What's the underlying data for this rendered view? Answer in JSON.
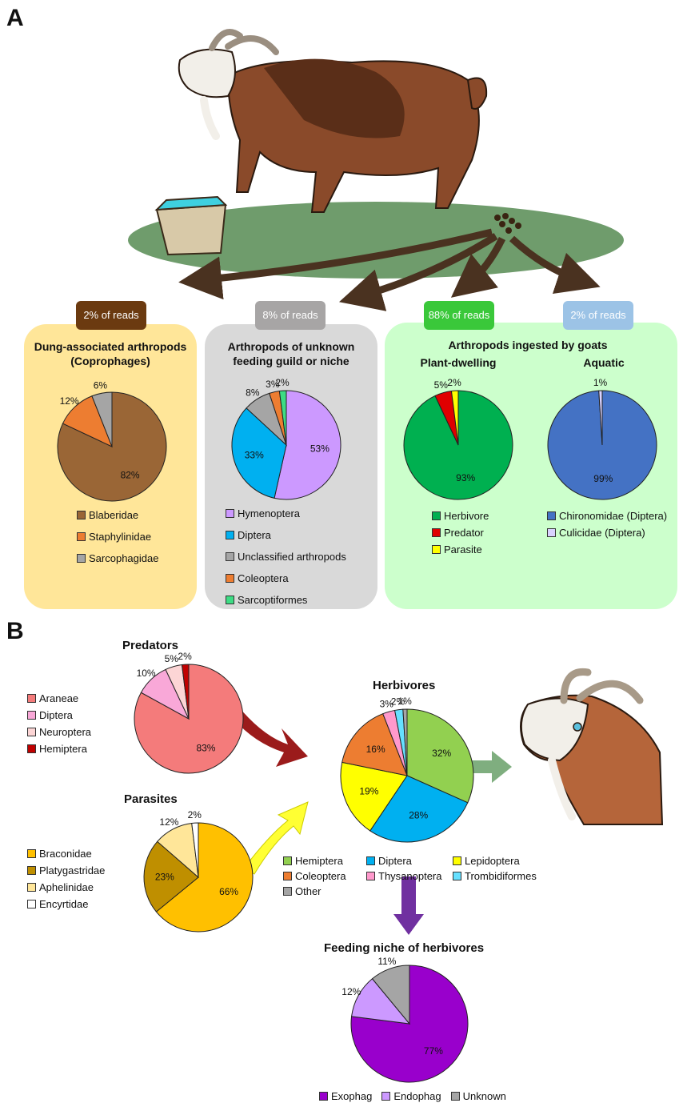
{
  "panel_a": {
    "letter": "A",
    "badges": [
      {
        "text": "2% of reads",
        "color": "#6b3a10"
      },
      {
        "text": "8% of reads",
        "color": "#a7a5a5"
      },
      {
        "text": "88% of reads",
        "color": "#3ac83a"
      },
      {
        "text": "2% of reads",
        "color": "#9cc3e6"
      }
    ],
    "dung_title": "Dung-associated arthropods (Coprophages)",
    "unknown_title": "Arthropods of unknown feeding guild or niche",
    "ingested_title": "Arthropods ingested by goats",
    "plant_subtitle": "Plant-dwelling",
    "aquatic_subtitle": "Aquatic"
  },
  "panel_b": {
    "letter": "B",
    "predators_title": "Predators",
    "parasites_title": "Parasites",
    "herbivores_title": "Herbivores",
    "niche_title": "Feeding niche of herbivores"
  },
  "chart_data": [
    {
      "id": "dung",
      "type": "pie",
      "series": [
        {
          "name": "Blaberidae",
          "value": 82,
          "color": "#9a6636",
          "label": "82%"
        },
        {
          "name": "Staphylinidae",
          "value": 12,
          "color": "#ed7d31",
          "label": "12%"
        },
        {
          "name": "Sarcophagidae",
          "value": 6,
          "color": "#a5a5a5",
          "label": "6%"
        }
      ]
    },
    {
      "id": "unknown",
      "type": "pie",
      "series": [
        {
          "name": "Hymenoptera",
          "value": 53,
          "color": "#cc99ff",
          "label": "53%"
        },
        {
          "name": "Diptera",
          "value": 33,
          "color": "#00b0f0",
          "label": "33%"
        },
        {
          "name": "Unclassified arthropods",
          "value": 8,
          "color": "#a5a5a5",
          "label": "8%"
        },
        {
          "name": "Coleoptera",
          "value": 3,
          "color": "#ed7d31",
          "label": "3%"
        },
        {
          "name": "Sarcoptiformes",
          "value": 2,
          "color": "#3ddc84",
          "label": "2%"
        }
      ]
    },
    {
      "id": "plant",
      "type": "pie",
      "series": [
        {
          "name": "Herbivore",
          "value": 93,
          "color": "#00b050",
          "label": "93%"
        },
        {
          "name": "Predator",
          "value": 5,
          "color": "#e00000",
          "label": "5%"
        },
        {
          "name": "Parasite",
          "value": 2,
          "color": "#ffff00",
          "label": "2%"
        }
      ]
    },
    {
      "id": "aquatic",
      "type": "pie",
      "series": [
        {
          "name": "Chironomidae (Diptera)",
          "value": 99,
          "color": "#4472c4",
          "label": "99%"
        },
        {
          "name": "Culicidae (Diptera)",
          "value": 1,
          "color": "#d9d2ff",
          "label": "1%"
        }
      ]
    },
    {
      "id": "predators",
      "type": "pie",
      "series": [
        {
          "name": "Araneae",
          "value": 83,
          "color": "#f47b7b",
          "label": "83%"
        },
        {
          "name": "Diptera",
          "value": 10,
          "color": "#f9a8d8",
          "label": "10%"
        },
        {
          "name": "Neuroptera",
          "value": 5,
          "color": "#fcd5d5",
          "label": "5%"
        },
        {
          "name": "Hemiptera",
          "value": 2,
          "color": "#c00000",
          "label": "2%"
        }
      ]
    },
    {
      "id": "parasites",
      "type": "pie",
      "series": [
        {
          "name": "Braconidae",
          "value": 66,
          "color": "#ffc000",
          "label": "66%"
        },
        {
          "name": "Platygastridae",
          "value": 23,
          "color": "#bf8f00",
          "label": "23%"
        },
        {
          "name": "Aphelinidae",
          "value": 12,
          "color": "#ffe699",
          "label": "12%"
        },
        {
          "name": "Encyrtidae",
          "value": 2,
          "color": "#ffffff",
          "label": "2%"
        }
      ]
    },
    {
      "id": "herbivores",
      "type": "pie",
      "series": [
        {
          "name": "Hemiptera",
          "value": 32,
          "color": "#92d050",
          "label": "32%"
        },
        {
          "name": "Diptera",
          "value": 28,
          "color": "#00b0f0",
          "label": "28%"
        },
        {
          "name": "Lepidoptera",
          "value": 19,
          "color": "#ffff00",
          "label": "19%"
        },
        {
          "name": "Coleoptera",
          "value": 16,
          "color": "#ed7d31",
          "label": "16%"
        },
        {
          "name": "Thysanoptera",
          "value": 3,
          "color": "#ff99cc",
          "label": "3%"
        },
        {
          "name": "Trombidiformes",
          "value": 2,
          "color": "#66e0ff",
          "label": "2%"
        },
        {
          "name": "Other",
          "value": 1,
          "color": "#a5a5a5",
          "label": "1%"
        }
      ]
    },
    {
      "id": "niche",
      "type": "pie",
      "series": [
        {
          "name": "Exophag",
          "value": 77,
          "color": "#9900cc",
          "label": "77%"
        },
        {
          "name": "Endophag",
          "value": 12,
          "color": "#cc99ff",
          "label": "12%"
        },
        {
          "name": "Unknown",
          "value": 11,
          "color": "#a5a5a5",
          "label": "11%"
        }
      ]
    }
  ]
}
